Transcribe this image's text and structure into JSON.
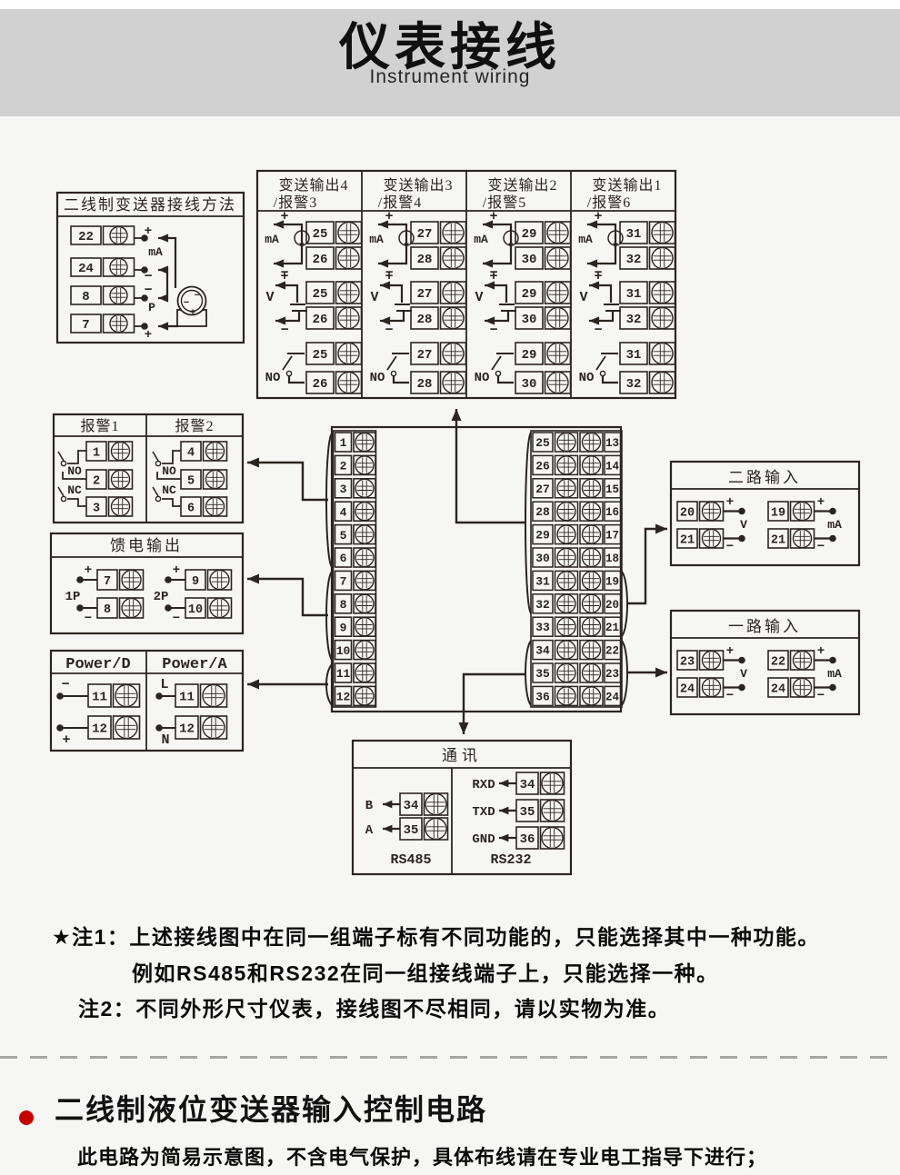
{
  "header": {
    "title": "仪表接线",
    "subtitle": "Instrument wiring"
  },
  "diagram": {
    "transmitter_block": {
      "title": "二线制变送器接线方法",
      "terminals": [
        "22",
        "24",
        "8",
        "7"
      ],
      "labels": [
        "+",
        "mA",
        "−",
        "−",
        "P",
        "+"
      ],
      "tx_signs": [
        "−",
        "−",
        "+"
      ]
    },
    "output_block": {
      "columns": [
        {
          "line1": "变送输出4",
          "line2": "/报警3",
          "t": [
            "25",
            "26"
          ]
        },
        {
          "line1": "变送输出3",
          "line2": "/报警4",
          "t": [
            "27",
            "28"
          ]
        },
        {
          "line1": "变送输出2",
          "line2": "/报警5",
          "t": [
            "29",
            "30"
          ]
        },
        {
          "line1": "变送输出1",
          "line2": "/报警6",
          "t": [
            "31",
            "32"
          ]
        }
      ],
      "plus": "+",
      "minus": "−",
      "ma": "mA",
      "v": "V",
      "no": "NO"
    },
    "alarm_block": {
      "titles": [
        "报警1",
        "报警2"
      ],
      "groups": [
        {
          "no": "NO",
          "nc": "NC",
          "t": [
            "1",
            "2",
            "3"
          ]
        },
        {
          "no": "NO",
          "nc": "NC",
          "t": [
            "4",
            "5",
            "6"
          ]
        }
      ]
    },
    "feed_block": {
      "title": "馈电输出",
      "groups": [
        {
          "label": "1P",
          "plus": "+",
          "minus": "−",
          "t": [
            "7",
            "8"
          ]
        },
        {
          "label": "2P",
          "plus": "+",
          "minus": "−",
          "t": [
            "9",
            "10"
          ]
        }
      ]
    },
    "power_block": {
      "titles": [
        "Power/D",
        "Power/A"
      ],
      "groups": [
        {
          "labels": [
            "−",
            "+"
          ],
          "t": [
            "11",
            "12"
          ]
        },
        {
          "labels": [
            "L",
            "N"
          ],
          "t": [
            "11",
            "12"
          ]
        }
      ]
    },
    "strips": {
      "left": [
        "1",
        "2",
        "3",
        "4",
        "5",
        "6",
        "7",
        "8",
        "9",
        "10",
        "11",
        "12"
      ],
      "mid_left": [
        "25",
        "26",
        "27",
        "28",
        "29",
        "30",
        "31",
        "32",
        "33",
        "34",
        "35",
        "36"
      ],
      "mid_right": [
        "13",
        "14",
        "15",
        "16",
        "17",
        "18",
        "19",
        "20",
        "21",
        "22",
        "23",
        "24"
      ]
    },
    "input_blocks": [
      {
        "title": "二路输入",
        "groups": [
          {
            "plus": "+",
            "minus": "−",
            "unit": "V",
            "t": [
              "20",
              "21"
            ]
          },
          {
            "plus": "+",
            "minus": "−",
            "unit": "mA",
            "t": [
              "19",
              "21"
            ]
          }
        ]
      },
      {
        "title": "一路输入",
        "groups": [
          {
            "plus": "+",
            "minus": "−",
            "unit": "V",
            "t": [
              "23",
              "24"
            ]
          },
          {
            "plus": "+",
            "minus": "−",
            "unit": "mA",
            "t": [
              "22",
              "24"
            ]
          }
        ]
      }
    ],
    "comm_block": {
      "title": "通讯",
      "rs485": {
        "label": "RS485",
        "pins": [
          {
            "name": "B",
            "num": "34"
          },
          {
            "name": "A",
            "num": "35"
          }
        ]
      },
      "rs232": {
        "label": "RS232",
        "pins": [
          {
            "name": "RXD",
            "num": "34"
          },
          {
            "name": "TXD",
            "num": "35"
          },
          {
            "name": "GND",
            "num": "36"
          }
        ]
      }
    }
  },
  "notes": {
    "note1_prefix": "★注1：",
    "note1_text": "上述接线图中在同一组端子标有不同功能的，只能选择其中一种功能。",
    "note1_cont": "例如RS485和RS232在同一组接线端子上，只能选择一种。",
    "note2_prefix": "注2：",
    "note2_text": "不同外形尺寸仪表，接线图不尽相同，请以实物为准。"
  },
  "section": {
    "heading": "二线制液位变送器输入控制电路",
    "subtext": "此电路为简易示意图，不含电气保护，具体布线请在专业电工指导下进行；"
  }
}
